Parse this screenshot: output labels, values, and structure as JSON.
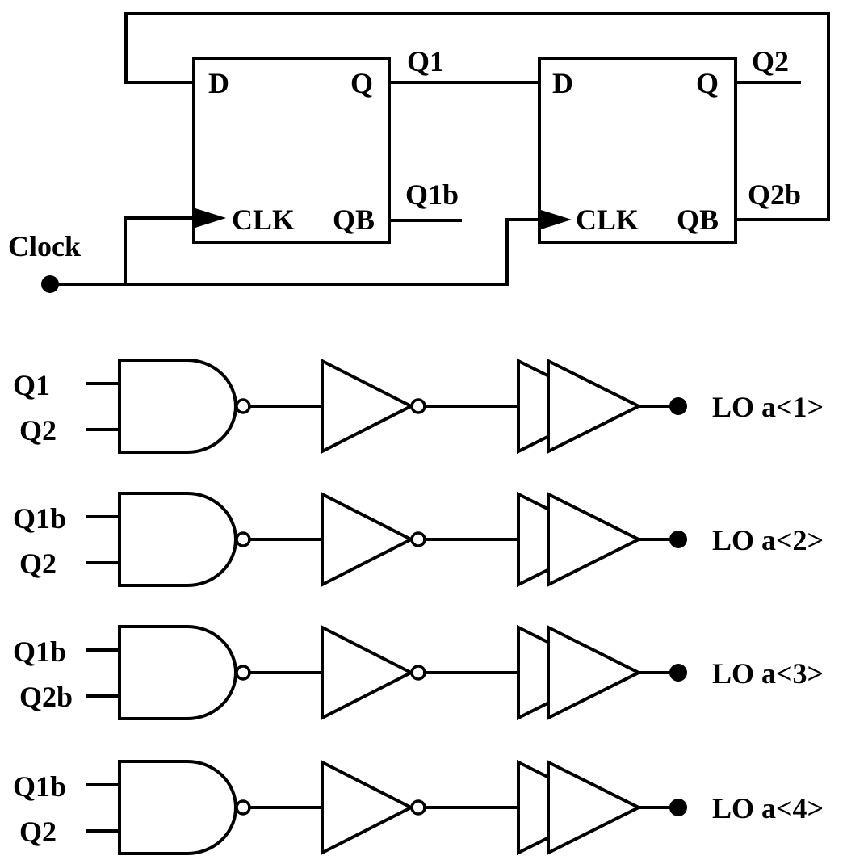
{
  "flip_flops": [
    {
      "pins": {
        "d": "D",
        "q": "Q",
        "clk": "CLK",
        "qb": "QB"
      },
      "outputs": {
        "q": "Q1",
        "qb": "Q1b"
      }
    },
    {
      "pins": {
        "d": "D",
        "q": "Q",
        "clk": "CLK",
        "qb": "QB"
      },
      "outputs": {
        "q": "Q2",
        "qb": "Q2b"
      }
    }
  ],
  "clock": {
    "label": "Clock"
  },
  "gate_rows": [
    {
      "inputs": [
        "Q1",
        "Q2"
      ],
      "output": "LO a<1>"
    },
    {
      "inputs": [
        "Q1b",
        "Q2"
      ],
      "output": "LO a<2>"
    },
    {
      "inputs": [
        "Q1b",
        "Q2b"
      ],
      "output": "LO a<3>"
    },
    {
      "inputs": [
        "Q1b",
        "Q2"
      ],
      "output": "LO a<4>"
    }
  ]
}
